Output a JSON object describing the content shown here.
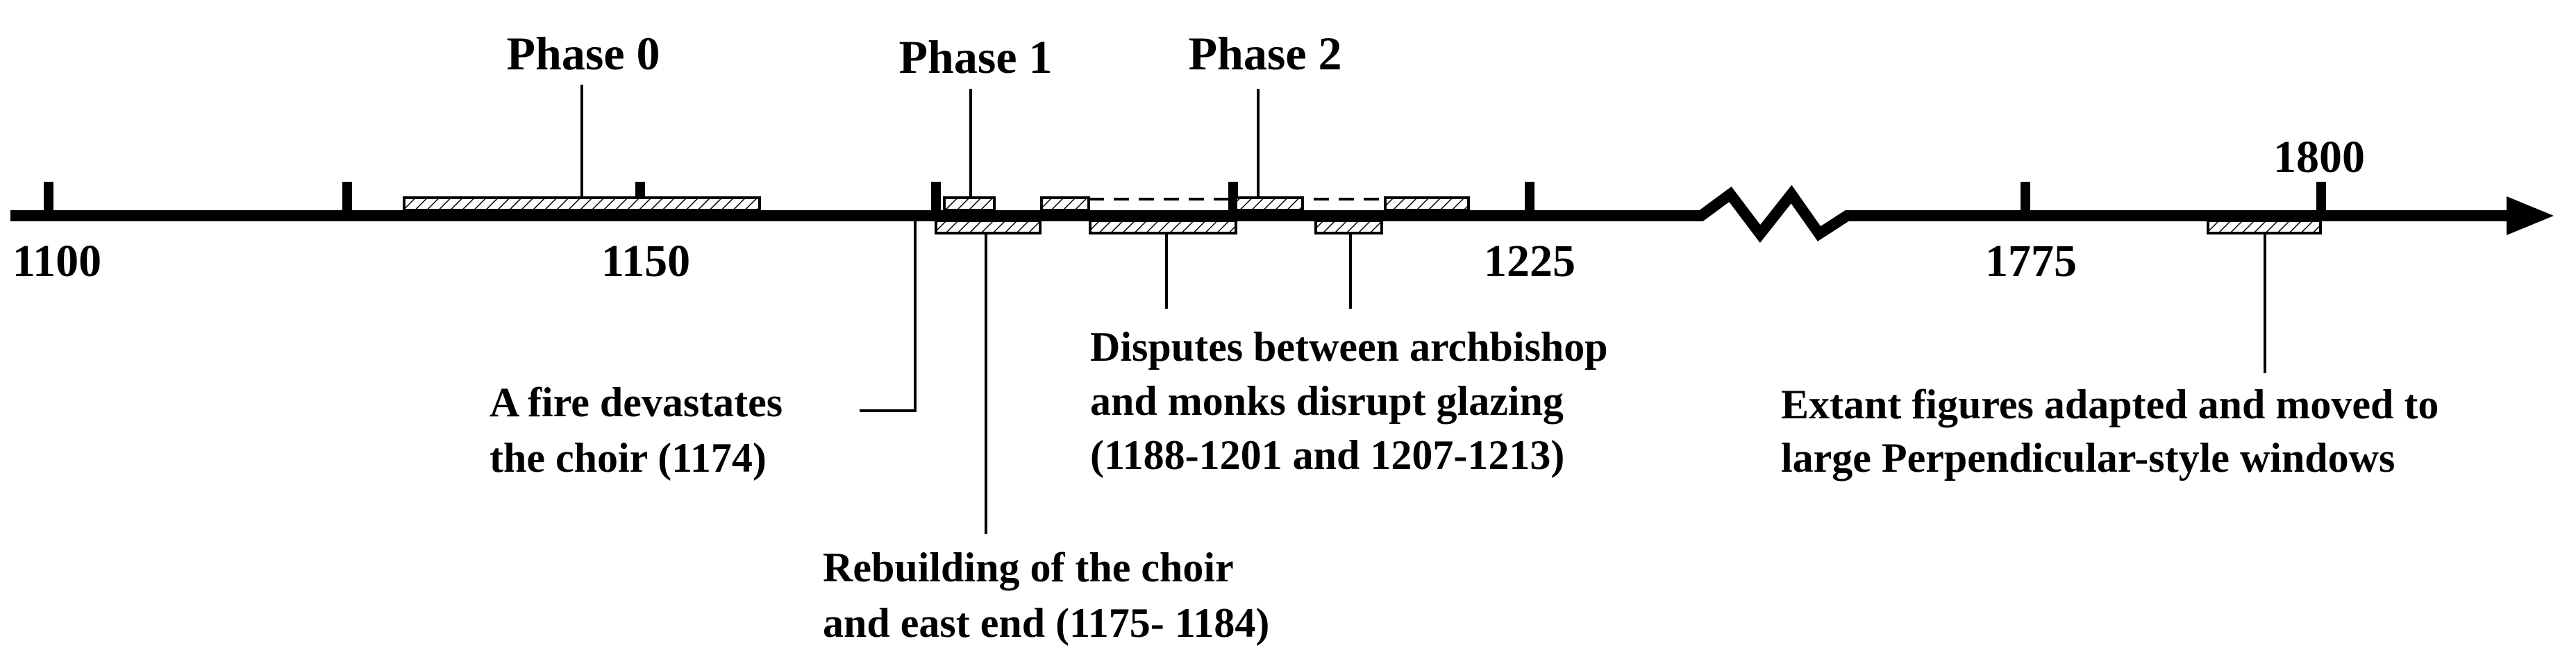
{
  "ticks": [
    "1100",
    "1150",
    "1225",
    "1775",
    "1800"
  ],
  "phases": [
    "Phase 0",
    "Phase 1",
    "Phase 2"
  ],
  "annotations": {
    "fire": [
      "A fire devastates",
      "the choir (1174)"
    ],
    "rebuilding": [
      "Rebuilding of the choir",
      "and east end (1175- 1184)"
    ],
    "disputes": [
      "Disputes between archbishop",
      "and monks disrupt glazing",
      "(1188-1201 and 1207-1213)"
    ],
    "extant": [
      "Extant figures adapted and moved to",
      "large Perpendicular-style windows"
    ]
  }
}
